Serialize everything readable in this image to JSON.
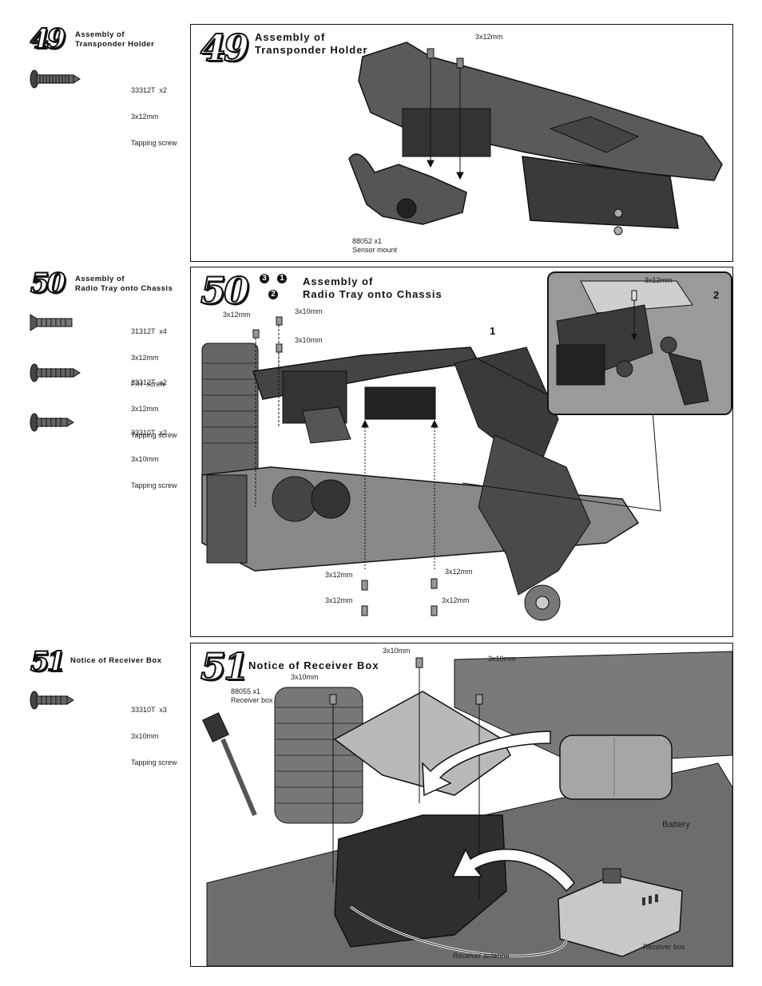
{
  "steps": [
    {
      "number": "49",
      "title_line1": "Assembly of",
      "title_line2": "Transponder Holder",
      "parts": [
        {
          "code": "33312T  x2",
          "size": "3x12mm",
          "desc": "Tapping screw"
        }
      ],
      "callouts": {
        "screw": "3x12mm",
        "part_code": "88052  x1",
        "part_name": "Sensor mount"
      }
    },
    {
      "number": "50",
      "title_line1": "Assembly of",
      "title_line2": "Radio Tray onto Chassis",
      "order_badges": [
        "3",
        "1",
        "2"
      ],
      "parts": [
        {
          "code": "31312T  x4",
          "size": "3x12mm",
          "desc": "F/H  screw"
        },
        {
          "code": "33312T  x2",
          "size": "3x12mm",
          "desc": "Tapping screw"
        },
        {
          "code": "33310T  x2",
          "size": "3x10mm",
          "desc": "Tapping screw"
        }
      ],
      "callouts": {
        "s1": "3x12mm",
        "s2": "3x10mm",
        "s3": "3x10mm",
        "s4": "3x12mm",
        "s5": "3x12mm",
        "s6": "3x12mm",
        "s7": "3x12mm",
        "inset_screw": "3x12mm",
        "step1": "1",
        "step2": "2"
      }
    },
    {
      "number": "51",
      "title_line1": "Notice of Receiver Box",
      "parts": [
        {
          "code": "33310T  x3",
          "size": "3x10mm",
          "desc": "Tapping screw"
        }
      ],
      "callouts": {
        "s1": "3x10mm",
        "s2": "3x10mm",
        "s3": "3x10mm",
        "part_code": "88055  x1",
        "part_name": "Receiver box",
        "battery": "Battery",
        "receiver": "Receiver box",
        "antenna": "Receiver antenna"
      }
    }
  ]
}
